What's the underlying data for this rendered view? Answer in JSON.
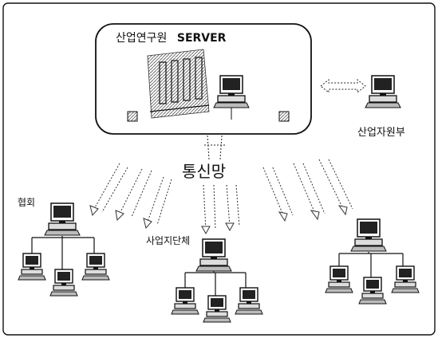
{
  "server_box": {
    "title": "산업연구원",
    "title_suffix": "SERVER"
  },
  "network": {
    "label": "통신망"
  },
  "nodes": {
    "industry_support": "산업자원부",
    "association": "협회",
    "local_gov": "사업지단체"
  },
  "colors": {
    "stroke": "#111111",
    "fill_dark": "#222222",
    "fill_light": "#cccccc",
    "background": "#ffffff"
  }
}
